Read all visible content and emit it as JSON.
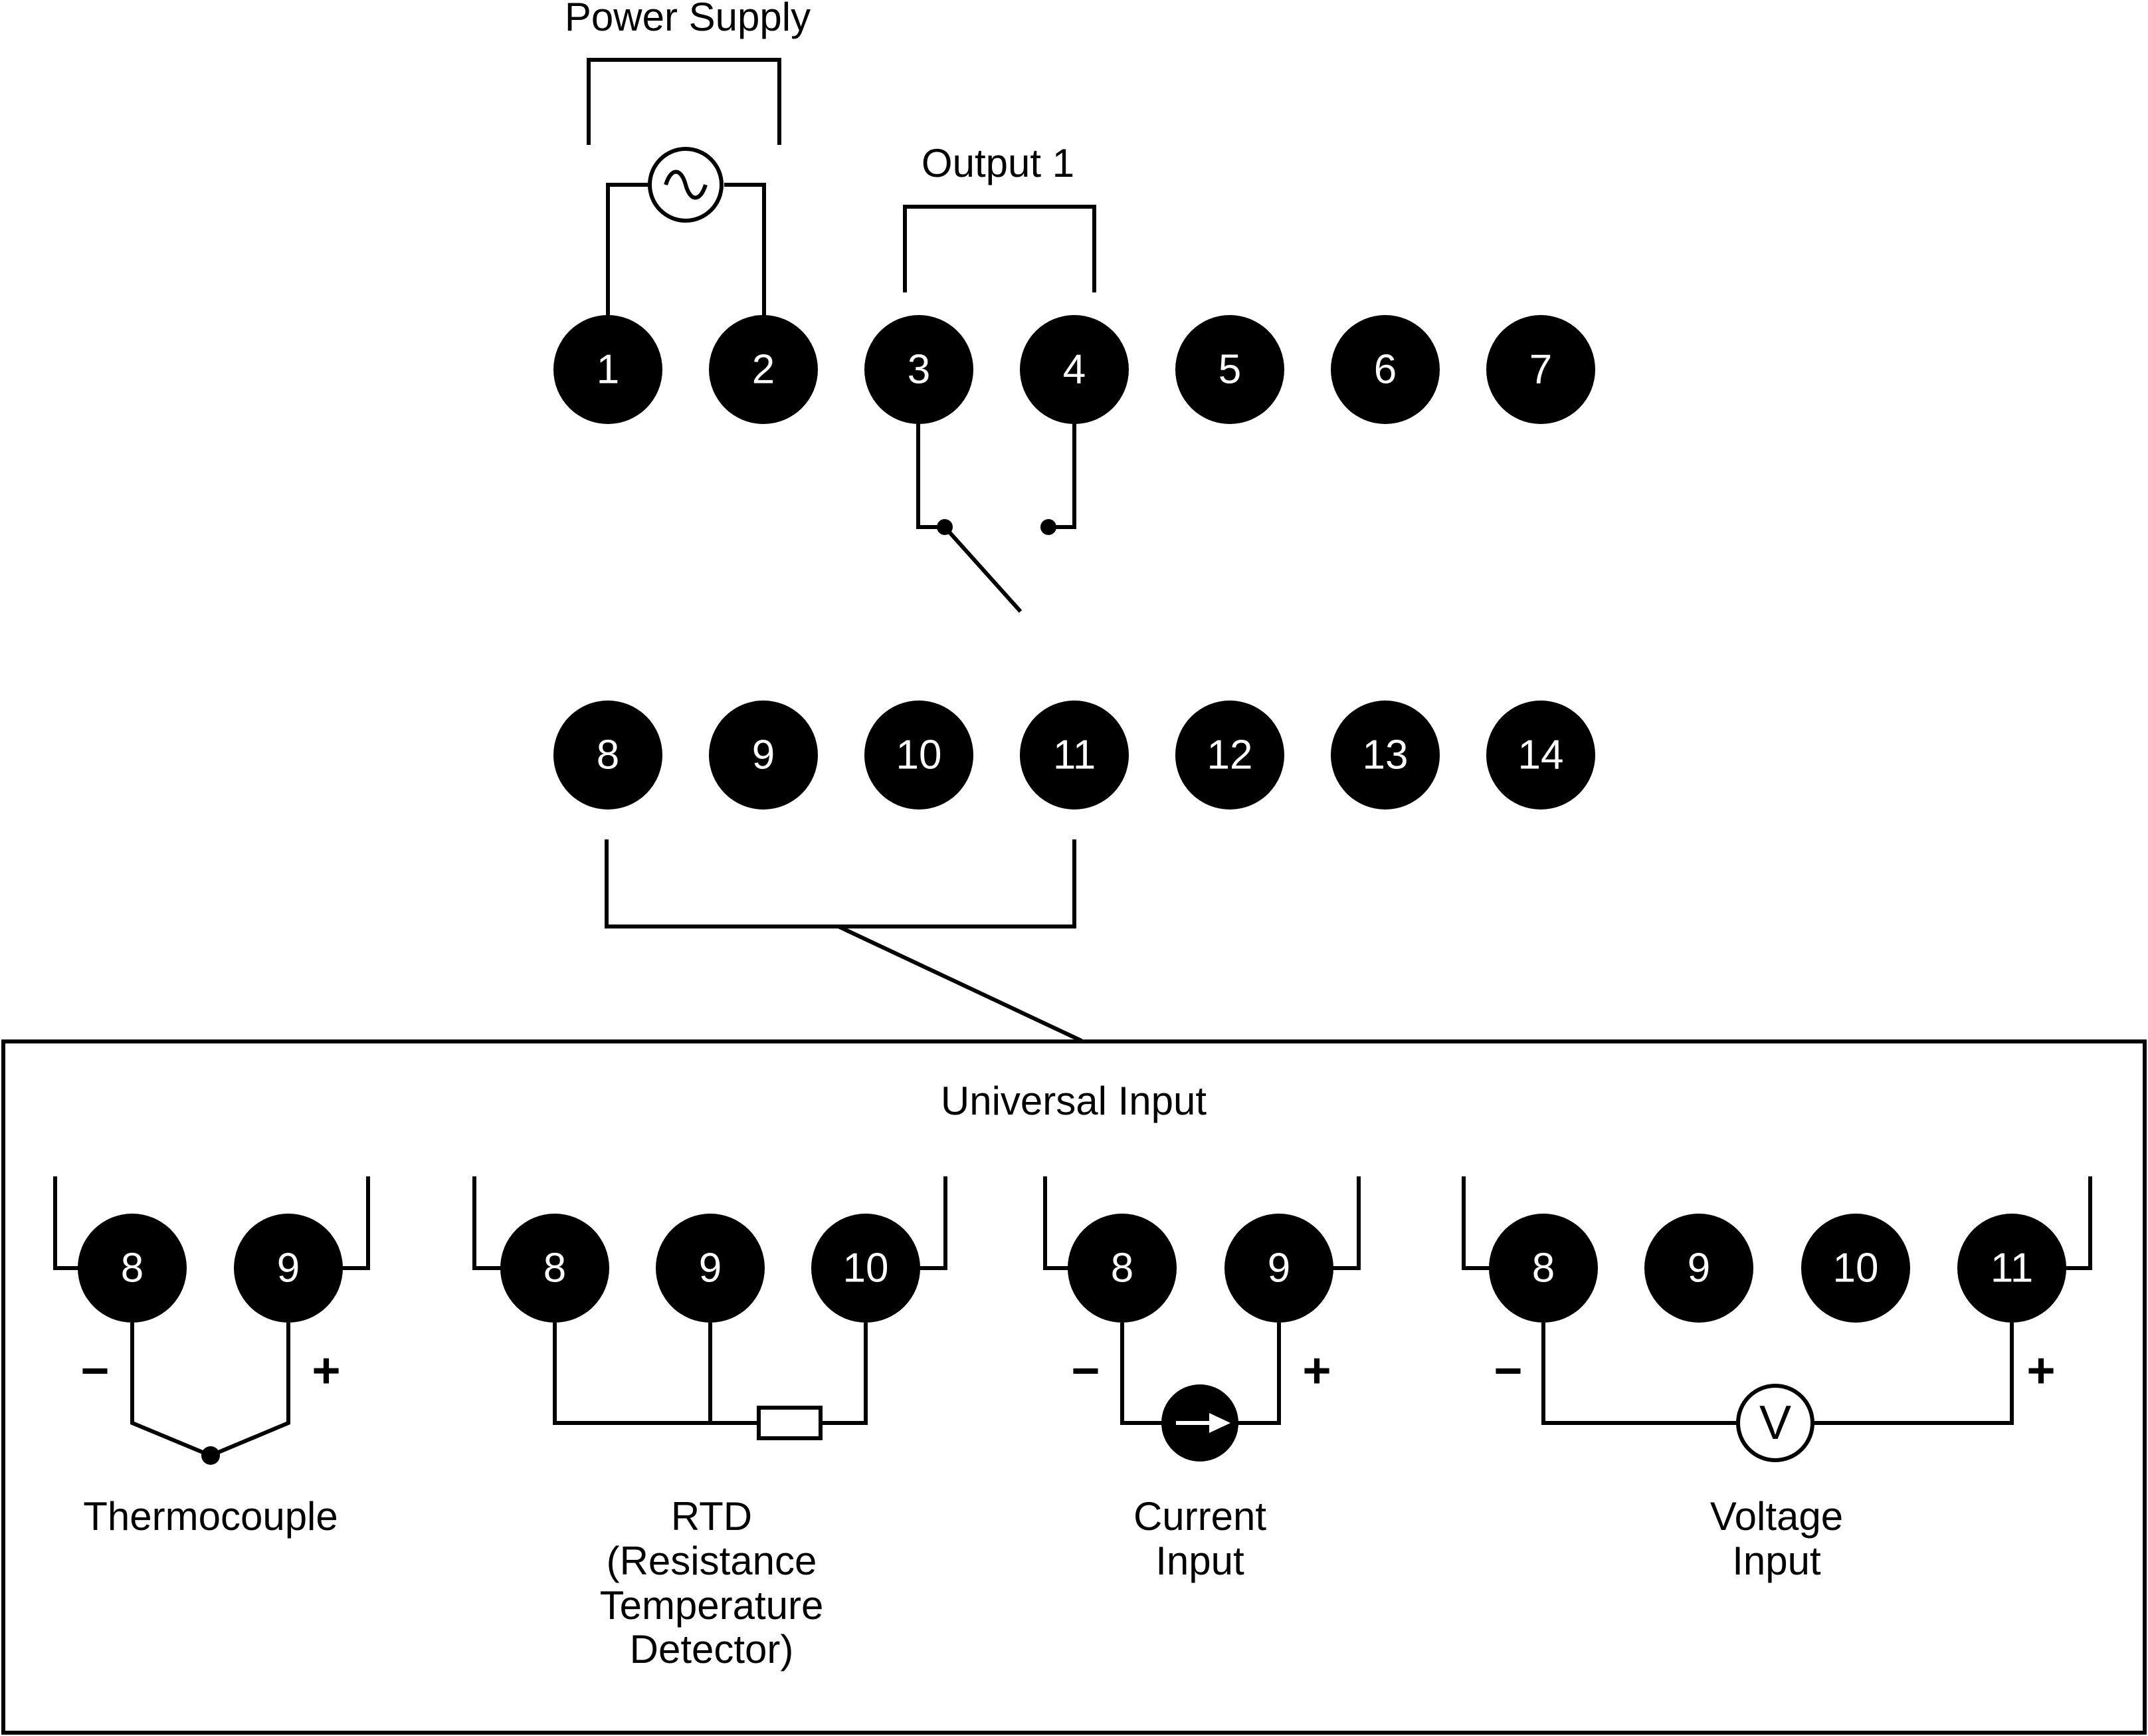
{
  "labels": {
    "power_supply": "Power Supply",
    "output_1": "Output 1",
    "universal_input": "Universal Input"
  },
  "terminals_top": [
    "1",
    "2",
    "3",
    "4",
    "5",
    "6",
    "7"
  ],
  "terminals_bottom": [
    "8",
    "9",
    "10",
    "11",
    "12",
    "13",
    "14"
  ],
  "inputs": {
    "thermocouple": {
      "terminals": [
        "8",
        "9"
      ],
      "minus": "−",
      "plus": "+",
      "label": "Thermocouple"
    },
    "rtd": {
      "terminals": [
        "8",
        "9",
        "10"
      ],
      "label_lines": [
        "RTD",
        "(Resistance",
        "Temperature",
        "Detector)"
      ]
    },
    "current": {
      "terminals": [
        "8",
        "9"
      ],
      "minus": "−",
      "plus": "+",
      "label_lines": [
        "Current",
        "Input"
      ]
    },
    "voltage": {
      "terminals": [
        "8",
        "9",
        "10",
        "11"
      ],
      "minus": "−",
      "plus": "+",
      "meter_symbol": "V",
      "label_lines": [
        "Voltage",
        "Input"
      ]
    }
  },
  "colors": {
    "line": "#000000",
    "terminal_fill": "#000000",
    "terminal_text": "#ffffff",
    "background": "#ffffff"
  }
}
